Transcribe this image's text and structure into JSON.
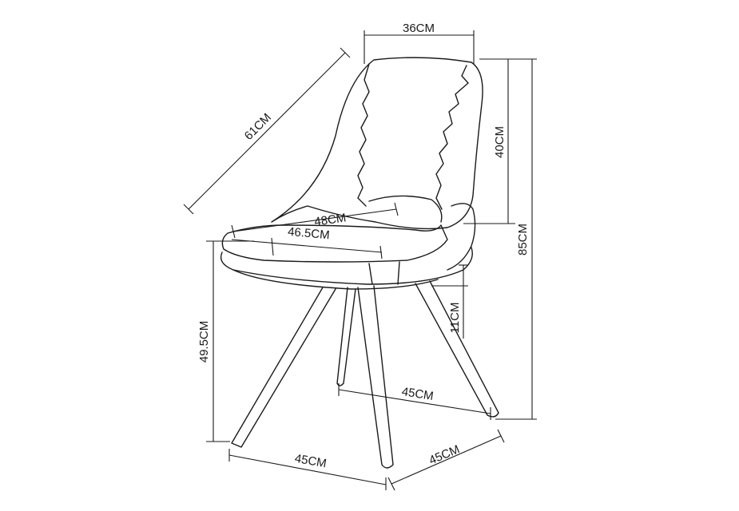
{
  "diagram": {
    "labels": {
      "back_width": "36CM",
      "diagonal_depth": "61CM",
      "back_height": "40CM",
      "total_height": "85CM",
      "seat_width": "48CM",
      "seat_depth": "46.5CM",
      "seat_thickness": "11CM",
      "seat_height": "49.5CM",
      "leg_span_inner": "45CM",
      "leg_span_front": "45CM",
      "leg_span_side": "45CM"
    },
    "colors": {
      "line": "#1a1a1a",
      "background": "#ffffff"
    }
  }
}
